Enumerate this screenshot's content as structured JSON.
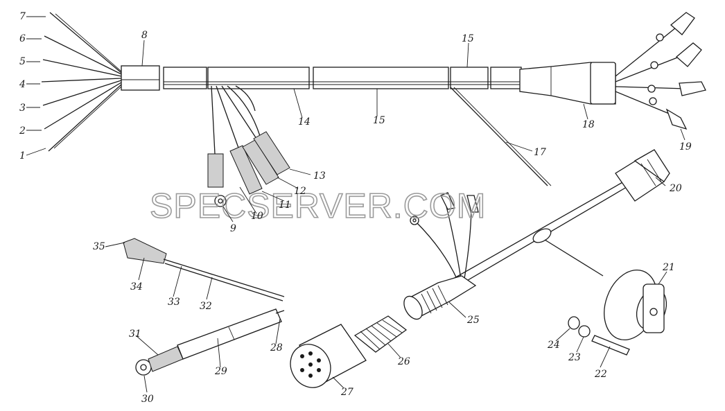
{
  "watermark": "SPECSERVER.COM",
  "callouts": [
    {
      "id": "1",
      "text": "1"
    },
    {
      "id": "2",
      "text": "2"
    },
    {
      "id": "3",
      "text": "3"
    },
    {
      "id": "4",
      "text": "4"
    },
    {
      "id": "5",
      "text": "5"
    },
    {
      "id": "6",
      "text": "6"
    },
    {
      "id": "7",
      "text": "7"
    },
    {
      "id": "8",
      "text": "8"
    },
    {
      "id": "9",
      "text": "9"
    },
    {
      "id": "10",
      "text": "10"
    },
    {
      "id": "11",
      "text": "11"
    },
    {
      "id": "12",
      "text": "12"
    },
    {
      "id": "13",
      "text": "13"
    },
    {
      "id": "14",
      "text": "14"
    },
    {
      "id": "15a",
      "text": "15"
    },
    {
      "id": "15b",
      "text": "15"
    },
    {
      "id": "17",
      "text": "17"
    },
    {
      "id": "18",
      "text": "18"
    },
    {
      "id": "19",
      "text": "19"
    },
    {
      "id": "20",
      "text": "20"
    },
    {
      "id": "21",
      "text": "21"
    },
    {
      "id": "22",
      "text": "22"
    },
    {
      "id": "23",
      "text": "23"
    },
    {
      "id": "24",
      "text": "24"
    },
    {
      "id": "25",
      "text": "25"
    },
    {
      "id": "26",
      "text": "26"
    },
    {
      "id": "27",
      "text": "27"
    },
    {
      "id": "28",
      "text": "28"
    },
    {
      "id": "29",
      "text": "29"
    },
    {
      "id": "30",
      "text": "30"
    },
    {
      "id": "31",
      "text": "31"
    },
    {
      "id": "32",
      "text": "32"
    },
    {
      "id": "33",
      "text": "33"
    },
    {
      "id": "34",
      "text": "34"
    },
    {
      "id": "35",
      "text": "35"
    }
  ]
}
